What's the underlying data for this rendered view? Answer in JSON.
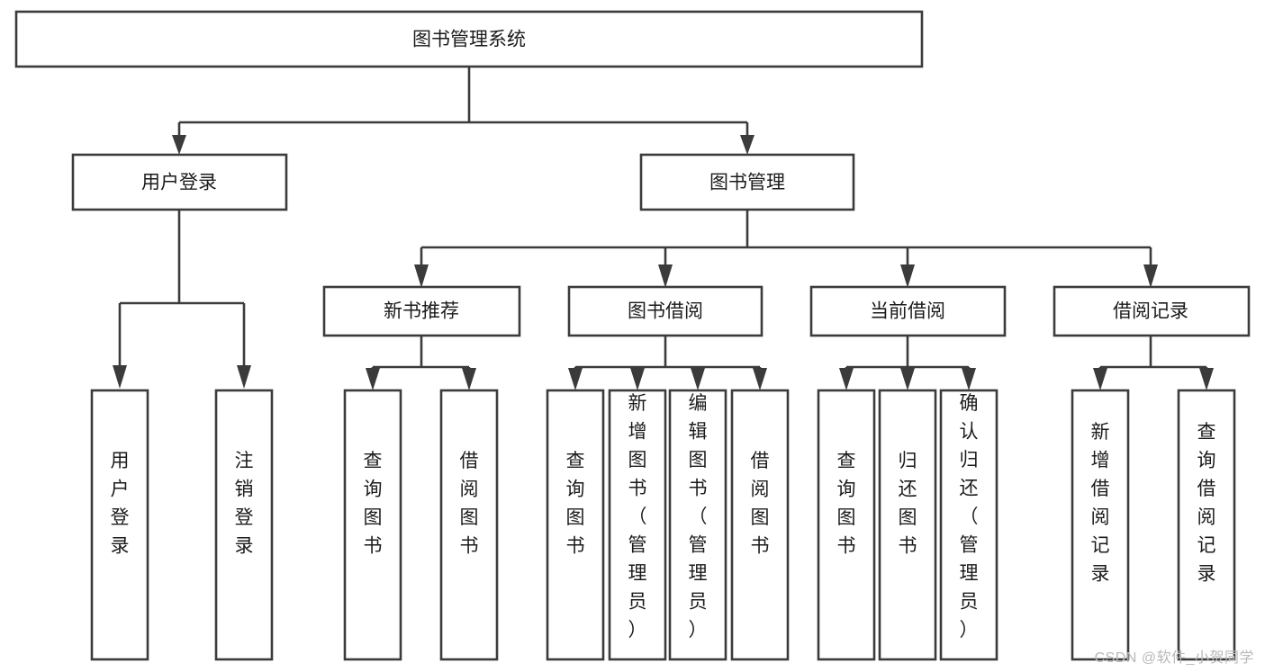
{
  "diagram": {
    "title": "图书管理系统",
    "type": "tree",
    "watermark": "CSDN @软件_小贺同学",
    "colors": {
      "stroke": "#3b3b3b",
      "box_fill": "#ffffff",
      "text": "#1b1b1b",
      "watermark": "#b9b9b9",
      "background": "#ffffff"
    },
    "levels": {
      "root": {
        "label": "图书管理系统"
      },
      "level2": [
        {
          "label": "用户登录"
        },
        {
          "label": "图书管理"
        }
      ],
      "level3": [
        {
          "label": "新书推荐"
        },
        {
          "label": "图书借阅"
        },
        {
          "label": "当前借阅"
        },
        {
          "label": "借阅记录"
        }
      ],
      "leaves": {
        "user_login": [
          {
            "label": "用户登录"
          },
          {
            "label": "注销登录"
          }
        ],
        "new_book_recommend": [
          {
            "label": "查询图书"
          },
          {
            "label": "借阅图书"
          }
        ],
        "book_borrow": [
          {
            "label": "查询图书"
          },
          {
            "label": "新增图书（管理员）"
          },
          {
            "label": "编辑图书（管理员）"
          },
          {
            "label": "借阅图书"
          }
        ],
        "current_borrow": [
          {
            "label": "查询图书"
          },
          {
            "label": "归还图书"
          },
          {
            "label": "确认归还（管理员）"
          }
        ],
        "borrow_record": [
          {
            "label": "新增借阅记录"
          },
          {
            "label": "查询借阅记录"
          }
        ]
      }
    }
  }
}
